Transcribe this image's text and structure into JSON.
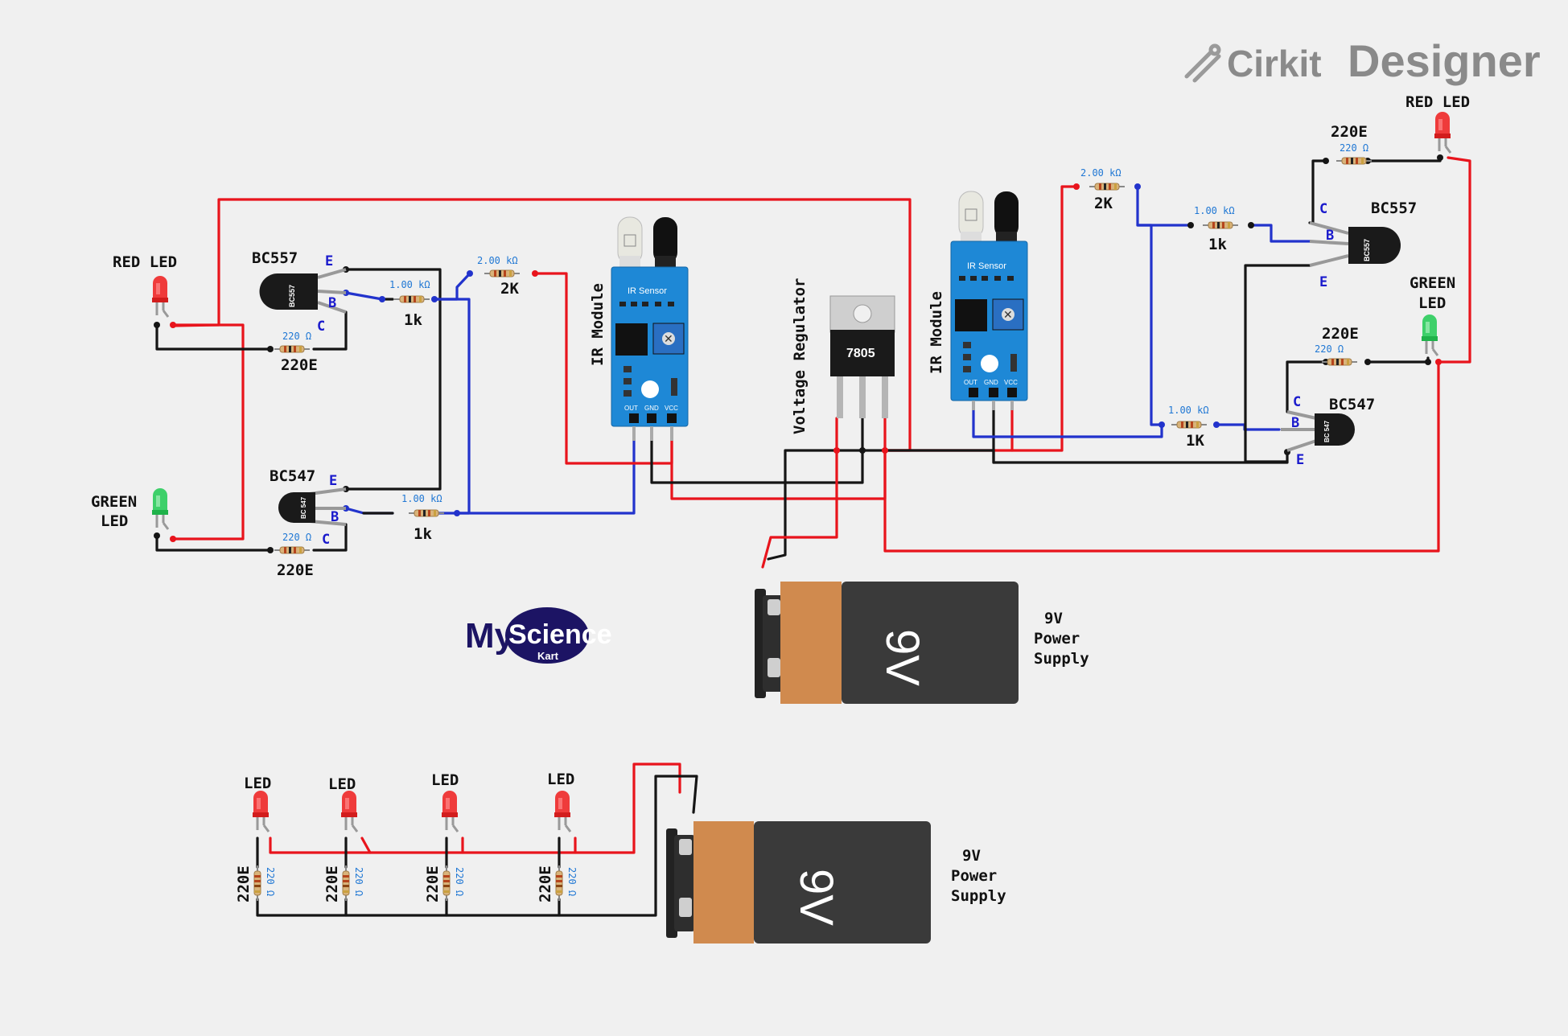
{
  "branding": {
    "cirkit": "Cirkit",
    "designer": "Designer",
    "myscience_my": "My",
    "myscience_science": "Science",
    "myscience_kart": "Kart"
  },
  "labels": {
    "left_red_led": "RED  LED",
    "left_green_led_1": "GREEN",
    "left_green_led_2": "LED",
    "left_bc557": "BC557",
    "left_bc547": "BC547",
    "left_r1_name": "220E",
    "left_r1_value": "220 Ω",
    "left_r2_name": "220E",
    "left_r2_value": "220 Ω",
    "left_r3_name": "1k",
    "left_r3_value": "1.00 kΩ",
    "left_r4_name": "1k",
    "left_r4_value": "1.00 kΩ",
    "left_r5_name": "2K",
    "left_r5_value": "2.00 kΩ",
    "ir_module_1": "IR Module",
    "ir_module_2": "IR Module",
    "ir_sensor_text": "IR Sensor",
    "ir_pin_out": "OUT",
    "ir_pin_gnd": "GND",
    "ir_pin_vcc": "VCC",
    "voltage_regulator": "Voltage Regulator",
    "regulator_chip": "7805",
    "right_r_2k_name": "2K",
    "right_r_2k_value": "2.00 kΩ",
    "right_r_1k_top_name": "1k",
    "right_r_1k_top_value": "1.00 kΩ",
    "right_r_1k_bot_name": "1K",
    "right_r_1k_bot_value": "1.00 kΩ",
    "right_red_led": "RED  LED",
    "right_green_led_1": "GREEN",
    "right_green_led_2": "LED",
    "right_bc557": "BC557",
    "right_bc547": "BC547",
    "right_r_220_top_name": "220E",
    "right_r_220_top_value": "220 Ω",
    "right_r_220_bot_name": "220E",
    "right_r_220_bot_value": "220 Ω",
    "pin_e": "E",
    "pin_b": "B",
    "pin_c": "C",
    "chip_bc557": "BC557",
    "chip_bc547": "BC 547",
    "battery_label": "9V",
    "supply_1": "9V",
    "supply_2": "Power",
    "supply_3": "Supply",
    "led_label": "LED",
    "bottom_r_name": "220E",
    "bottom_r_value": "220 Ω"
  },
  "colors": {
    "wire_red": "#e8141c",
    "wire_black": "#151515",
    "wire_blue": "#2233cc",
    "ir_board": "#1e88d6",
    "battery_orange": "#d08a4e",
    "battery_dark": "#3a3a3a"
  }
}
